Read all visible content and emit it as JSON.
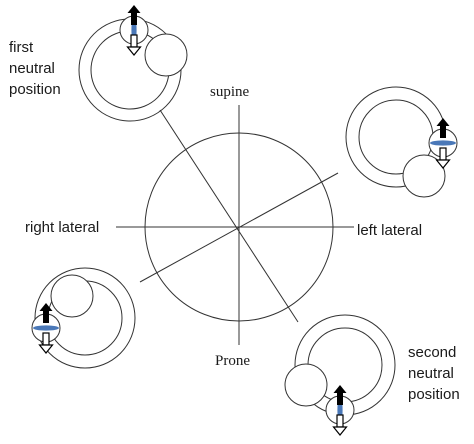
{
  "labels": {
    "supine": "supine",
    "prone": "Prone",
    "right_lateral": "right lateral",
    "left_lateral": "left lateral",
    "first_neutral": [
      "first",
      "neutral",
      "position"
    ],
    "second_neutral": [
      "second",
      "neutral",
      "position"
    ]
  },
  "colors": {
    "line": "#333333",
    "cupula": "#4a78b8",
    "arrow_fill": "#000000",
    "arrow_hollow": "#ffffff"
  },
  "icons": {
    "arrow_up": "filled-arrow-up",
    "arrow_down": "hollow-arrow-down"
  }
}
